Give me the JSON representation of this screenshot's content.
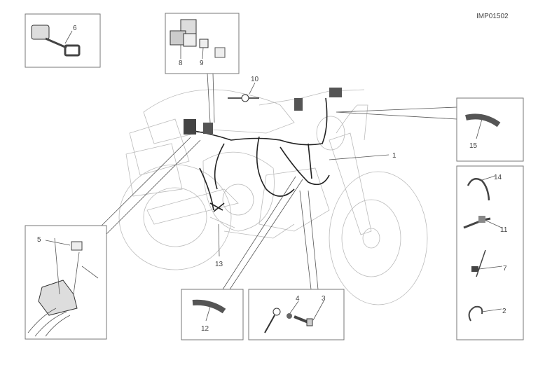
{
  "diagram": {
    "figure_code": "IMP01502",
    "callouts": {
      "wiring_harness": "1",
      "cable_clip": "2",
      "screw": "3",
      "washer": "4",
      "fuse": "5",
      "diagnostic_connector": "6",
      "cable_tie_clamp": "7",
      "relay_holder": "8",
      "relay": "9",
      "grommet_connector": "10",
      "cable_clamp": "11",
      "sheath_left": "12",
      "harness_branch": "13",
      "clip_strap": "14",
      "sheath_right": "15"
    }
  }
}
